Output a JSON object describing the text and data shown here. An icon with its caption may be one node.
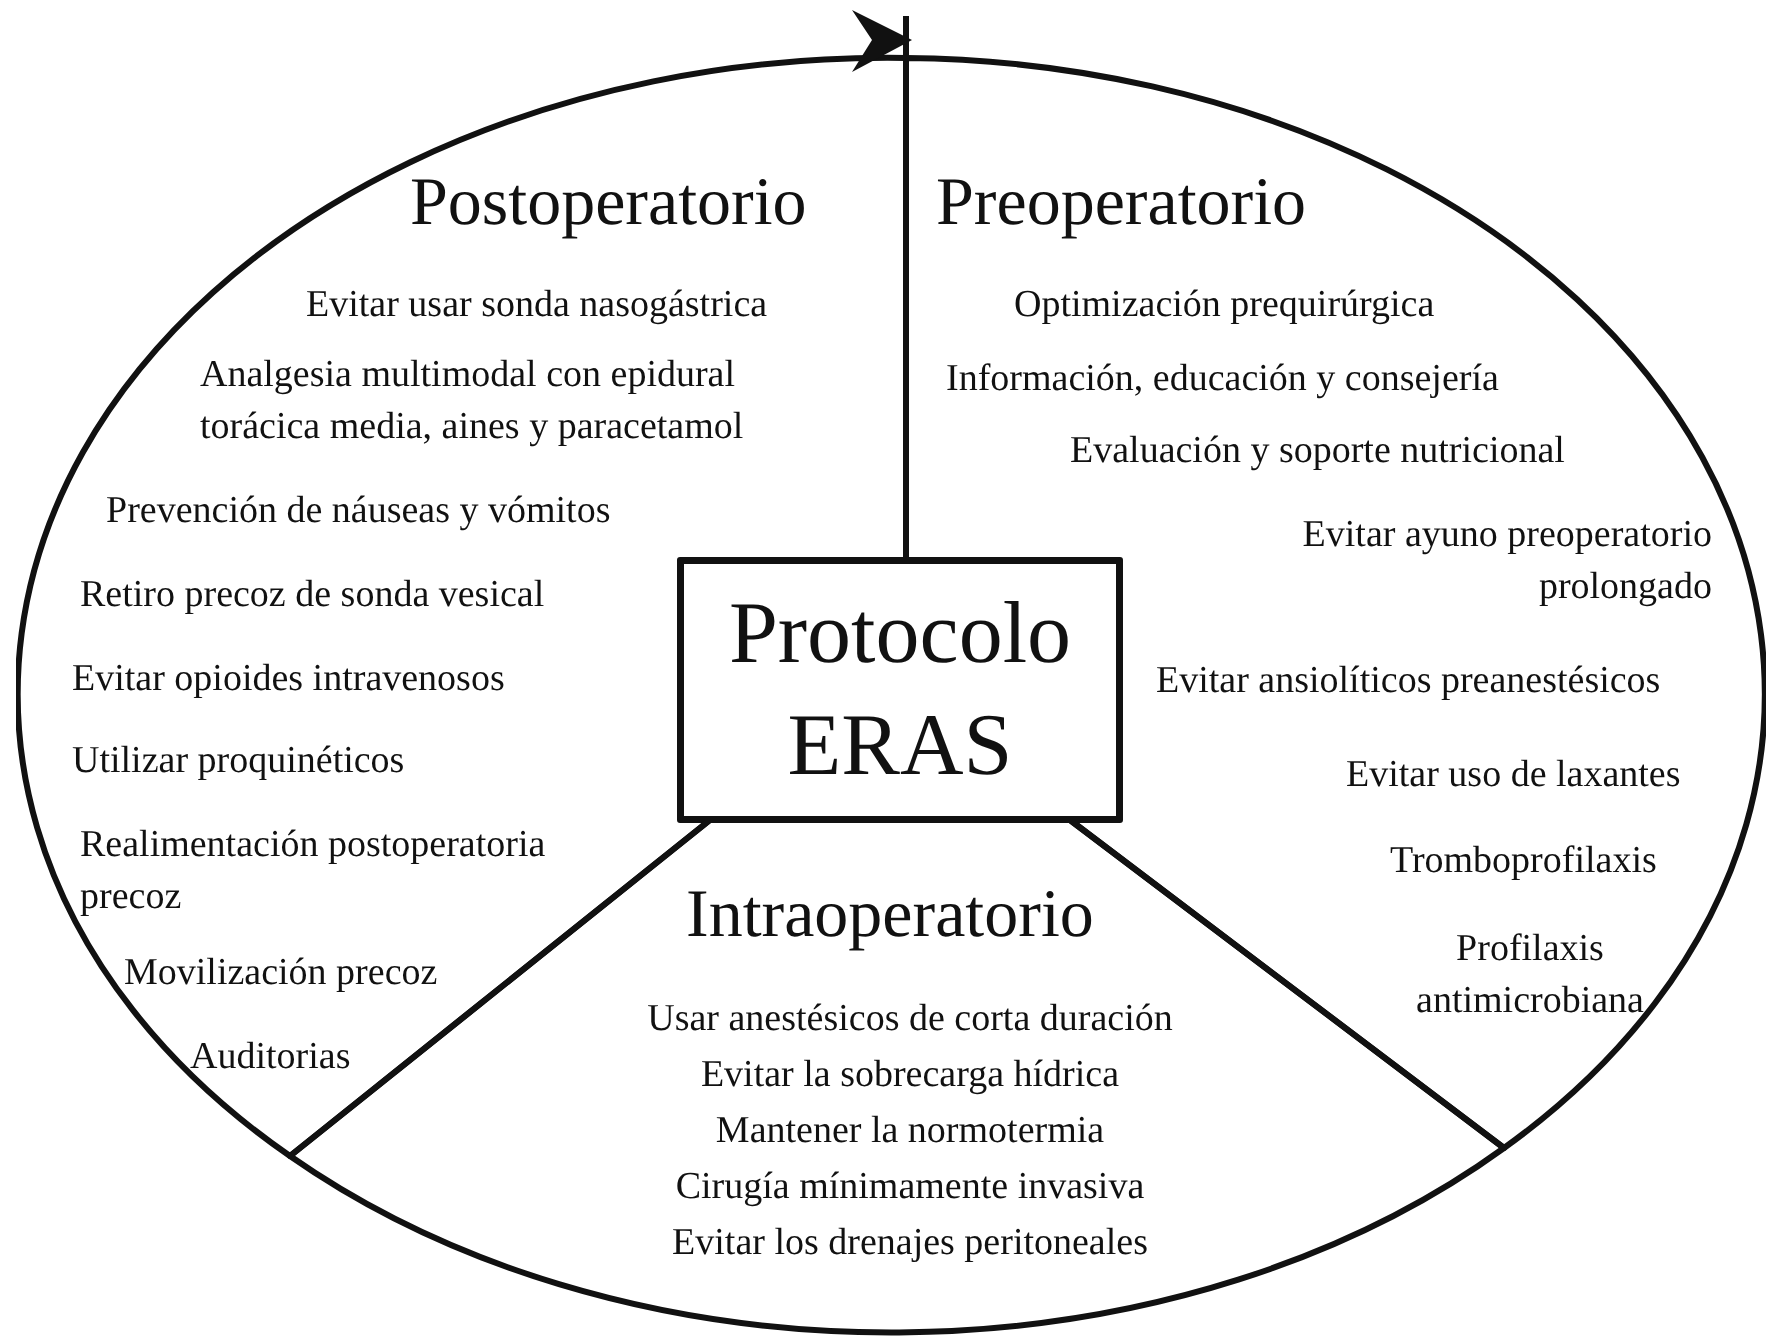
{
  "diagram": {
    "nodes": [
      {
        "text": [
          "Postoperatorio",
          "Evitar usar sonda nasogástrica",
          "Analgesia multimodal con epidural torácica media, aines y paracetamol",
          "Prevención de náuseas y vómitos",
          "Retiro precoz de sonda vesical",
          "Evitar opioides intravenosos",
          "Utilizar proquinéticos",
          "Realimentación postoperatoria precoz",
          "Movilización precoz",
          "Auditorias"
        ]
      },
      {
        "text": [
          "Preoperatorio",
          "Optimización prequirúrgica",
          "Información, educación y consejería",
          "Evaluación y soporte nutricional",
          "Evitar ayuno preoperatorio prolongado",
          "Evitar ansiolíticos preanestésicos",
          "Evitar uso de laxantes",
          "Tromboprofilaxis",
          "Profilaxis antimicrobiana"
        ]
      },
      {
        "text": [
          "Protocolo ERAS"
        ]
      },
      {
        "text": [
          "Intraoperatorio",
          "Usar anestésicos de corta duración",
          "Evitar la sobrecarga hídrica",
          "Mantener la normotermia",
          "Cirugía mínimamente invasiva",
          "Evitar los drenajes peritoneales"
        ]
      }
    ]
  }
}
